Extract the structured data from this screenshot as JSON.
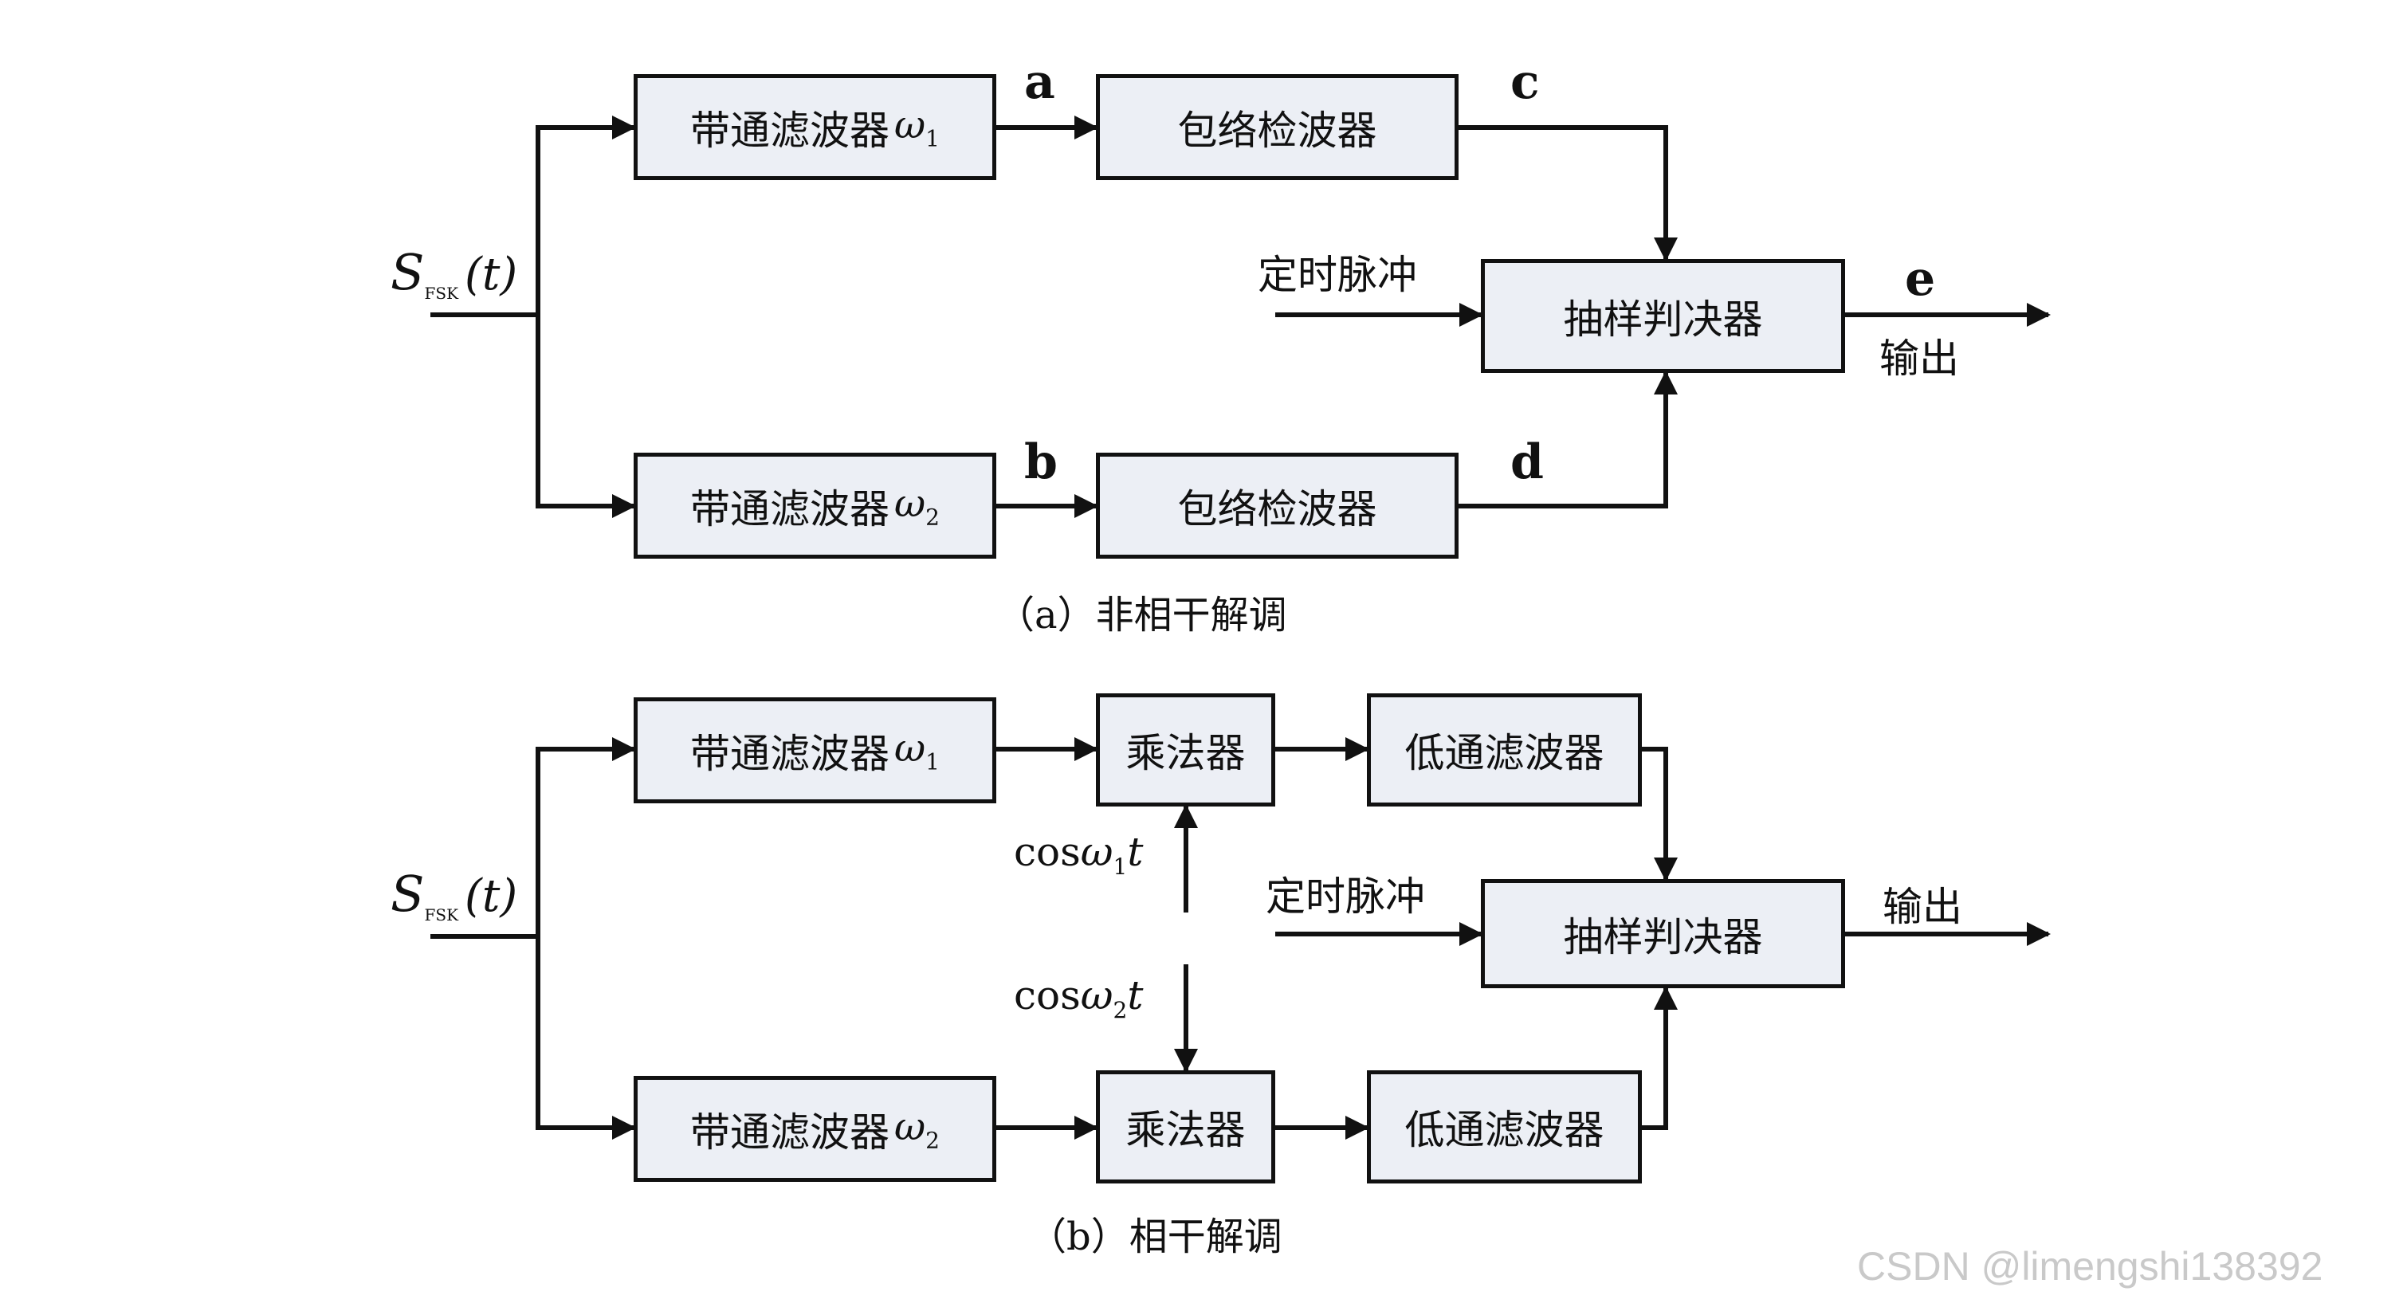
{
  "panel_a": {
    "input": {
      "symbol": "S",
      "sub": "FSK",
      "arg": "(t)"
    },
    "bpf1": {
      "label": "带通滤波器",
      "omega": "ω",
      "index": "1"
    },
    "bpf2": {
      "label": "带通滤波器",
      "omega": "ω",
      "index": "2"
    },
    "env1": {
      "label": "包络检波器"
    },
    "env2": {
      "label": "包络检波器"
    },
    "sampler": {
      "label": "抽样判决器"
    },
    "timing": "定时脉冲",
    "output": "输出",
    "points": {
      "a": "a",
      "b": "b",
      "c": "c",
      "d": "d",
      "e": "e"
    },
    "caption": "（a）非相干解调"
  },
  "panel_b": {
    "input": {
      "symbol": "S",
      "sub": "FSK",
      "arg": "(t)"
    },
    "bpf1": {
      "label": "带通滤波器",
      "omega": "ω",
      "index": "1"
    },
    "bpf2": {
      "label": "带通滤波器",
      "omega": "ω",
      "index": "2"
    },
    "mult1": {
      "label": "乘法器"
    },
    "mult2": {
      "label": "乘法器"
    },
    "lpf1": {
      "label": "低通滤波器"
    },
    "lpf2": {
      "label": "低通滤波器"
    },
    "carrier1": {
      "cos": "cos",
      "omega": "ω",
      "index": "1",
      "t": "t"
    },
    "carrier2": {
      "cos": "cos",
      "omega": "ω",
      "index": "2",
      "t": "t"
    },
    "sampler": {
      "label": "抽样判决器"
    },
    "timing": "定时脉冲",
    "output": "输出",
    "caption": "（b）相干解调"
  },
  "watermark": "CSDN @limengshi138392"
}
